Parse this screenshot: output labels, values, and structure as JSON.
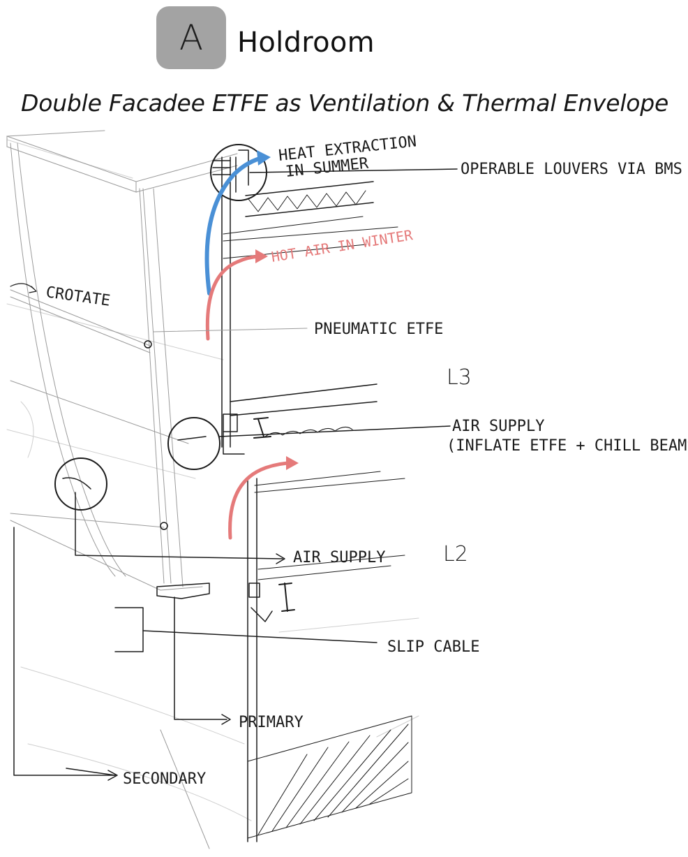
{
  "header": {
    "badge_letter": "A",
    "title": "Holdroom"
  },
  "subtitle": "Double Facadee ETFE as Ventilation & Thermal Envelope",
  "annotations": {
    "heat_extraction_1": "HEAT EXTRACTION",
    "heat_extraction_2": "IN SUMMER",
    "operable_louvers": "OPERABLE LOUVERS VIA BMS",
    "hot_air_winter": "HOT AIR IN WINTER",
    "rotate": "CROTATE",
    "pneumatic_etfe": "PNEUMATIC ETFE",
    "level_l3": "L3",
    "air_supply_upper_1": "AIR SUPPLY",
    "air_supply_upper_2": "(INFLATE ETFE + CHILL BEAMS)",
    "air_supply_lower": "AIR SUPPLY",
    "level_l2": "L2",
    "slip_cable": "SLIP CABLE",
    "primary": "PRIMARY",
    "secondary": "SECONDARY"
  },
  "colors": {
    "badge": "#a3a3a3",
    "summer_arrow": "#4a90d6",
    "winter_arrow": "#e57a7a",
    "ink": "#1a1a1a",
    "pencil": "#9a9a9a"
  }
}
